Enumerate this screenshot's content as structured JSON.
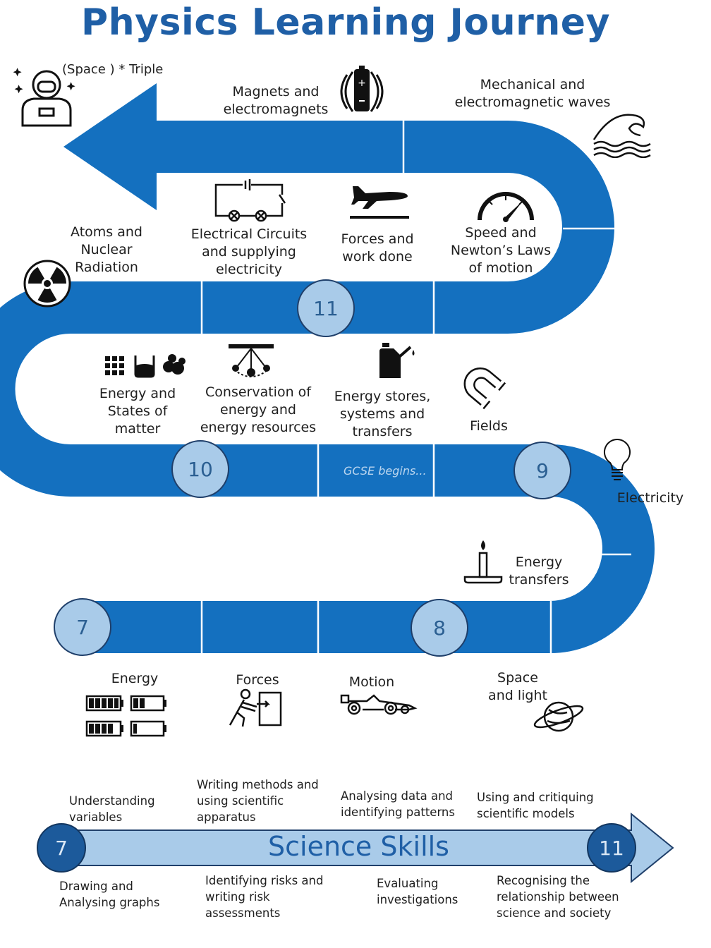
{
  "title": "Physics Learning Journey",
  "colors": {
    "road": "#1470bf",
    "year_circle": "#a9cbe9",
    "title": "#1f5fa6",
    "skills_arrow": "#a9cbe9"
  },
  "topics": {
    "space_triple": "(Space ) * Triple",
    "magnets": "Magnets and\nelectromagnets",
    "waves": "Mechanical and\nelectromagnetic waves",
    "atoms": "Atoms and\nNuclear\nRadiation",
    "circuits": "Electrical Circuits\nand supplying\nelectricity",
    "forces_work": "Forces and\nwork done",
    "speed": "Speed and\nNewton’s Laws\nof motion",
    "states": "Energy and\nStates of\nmatter",
    "conservation": "Conservation of\nenergy and\nenergy resources",
    "stores": "Energy stores,\nsystems and\ntransfers",
    "fields": "Fields",
    "electricity": "Electricity",
    "energy_transfers": "Energy\ntransfers",
    "energy": "Energy",
    "forces": "Forces",
    "motion": "Motion",
    "space_light": "Space\nand light"
  },
  "years": {
    "y7": "7",
    "y8": "8",
    "y9": "9",
    "y10": "10",
    "y11": "11"
  },
  "gcse_note": "GCSE begins...",
  "skills": {
    "title": "Science Skills",
    "start_year": "7",
    "end_year": "11",
    "above": [
      "Understanding\nvariables",
      "Writing methods and\nusing scientific\napparatus",
      "Analysing data and\nidentifying patterns",
      "Using and critiquing\nscientific models"
    ],
    "below": [
      "Drawing and\nAnalysing graphs",
      "Identifying risks and\nwriting risk\nassessments",
      "Evaluating\ninvestigations",
      "Recognising the\nrelationship between\nscience and society"
    ]
  },
  "icons": [
    "astronaut-icon",
    "battery-icon",
    "wave-icon",
    "speedometer-icon",
    "airplane-icon",
    "circuit-icon",
    "radiation-icon",
    "particles-icon",
    "beaker-icon",
    "molecule-icon",
    "pendulum-icon",
    "fuel-can-icon",
    "magnet-icon",
    "lightbulb-icon",
    "candle-icon",
    "battery-levels-icon",
    "pushing-person-icon",
    "race-car-icon",
    "planet-icon"
  ]
}
